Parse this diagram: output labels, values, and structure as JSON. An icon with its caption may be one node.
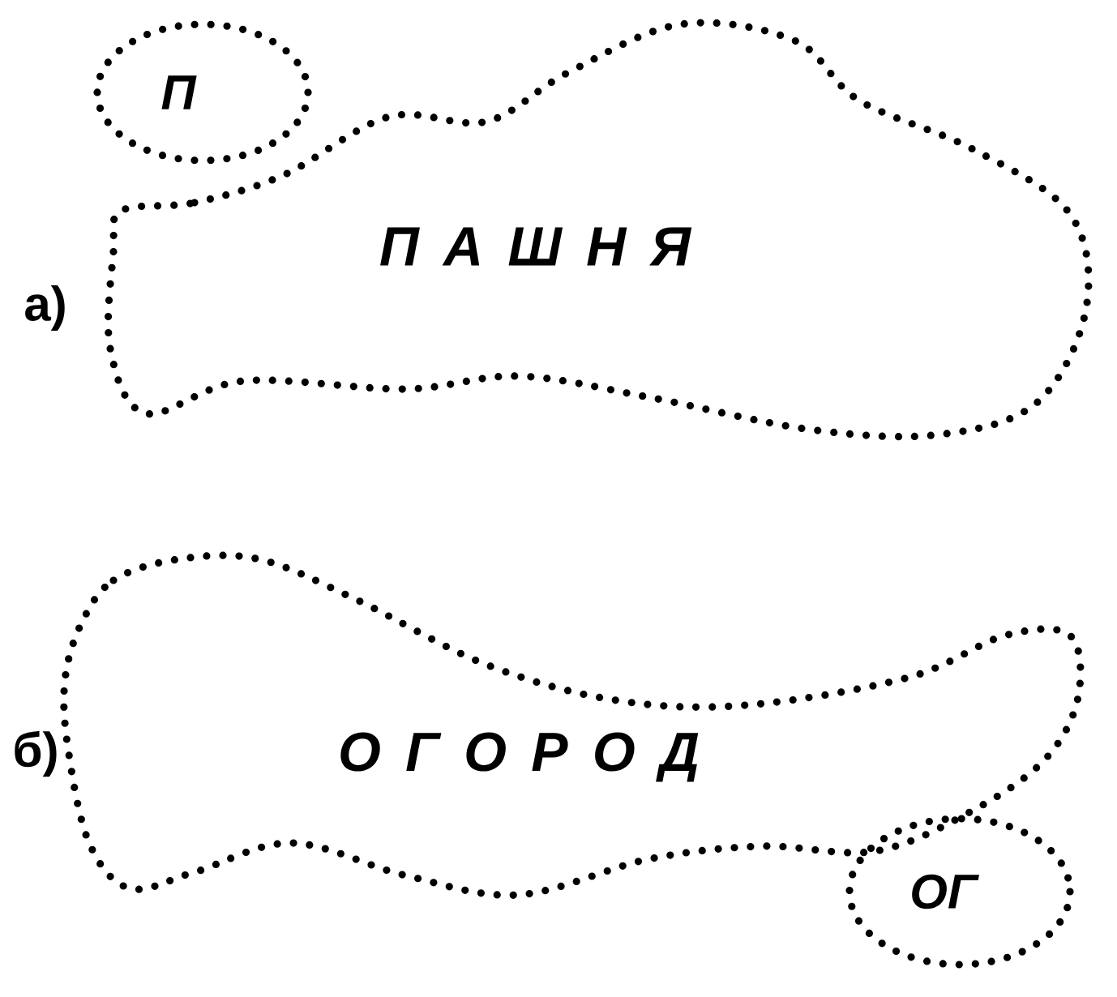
{
  "diagram": {
    "nodes": [
      {
        "text": [
          "П"
        ]
      },
      {
        "text": [
          "П А Ш Н Я"
        ]
      },
      {
        "text": [
          "О Г О Р О Д"
        ]
      },
      {
        "text": [
          "ОГ"
        ]
      }
    ],
    "labels": [
      "а)",
      "б)"
    ]
  }
}
